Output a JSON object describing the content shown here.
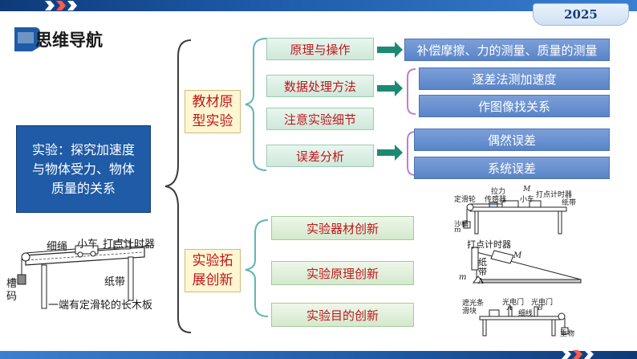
{
  "header": {
    "year": "2025",
    "title": "思维导航"
  },
  "center": {
    "lines": [
      "实验：探究加速度",
      "与物体受力、物体",
      "质量的关系"
    ]
  },
  "branches": {
    "textbook": {
      "label_lines": [
        "教材原",
        "型实验"
      ],
      "items": [
        {
          "label": "原理与操作",
          "leaves": [
            "补偿摩擦、力的测量、质量的测量"
          ]
        },
        {
          "label": "数据处理方法",
          "leaves": [
            "逐差法测加速度",
            "作图像找关系"
          ]
        },
        {
          "label": "注意实验细节",
          "leaves": []
        },
        {
          "label": "误差分析",
          "leaves": [
            "偶然误差",
            "系统误差"
          ]
        }
      ]
    },
    "innovation": {
      "label_lines": [
        "实验拓",
        "展创新"
      ],
      "items": [
        "实验器材创新",
        "实验原理创新",
        "实验目的创新"
      ]
    }
  },
  "apparatus_left": {
    "labels": {
      "rope": "细绳",
      "cart": "小车",
      "timer": "打点计时器",
      "weight_1": "槽",
      "weight_2": "码",
      "tape": "纸带",
      "board": "一端有定滑轮的长木板"
    }
  },
  "apparatus_right": {
    "fig1": {
      "pulley": "定滑轮",
      "sensor_1": "拉力",
      "sensor_2": "传感器",
      "cart": "小车",
      "mass": "M",
      "timer": "打点计时器",
      "tape": "纸带",
      "sand": "沙桶",
      "small_m": "m"
    },
    "fig2": {
      "timer": "打点计时器",
      "tape_1": "纸",
      "tape_2": "带",
      "mass": "M",
      "small_m": "m",
      "point": "A"
    },
    "fig3": {
      "shade_1": "遮光条",
      "shade_2": "滑块",
      "gate_1": "光电门",
      "gate_2": "光电门",
      "a": "A",
      "b": "B",
      "rope": "细线",
      "weight": "重物"
    }
  },
  "colors": {
    "primary": "#1f5ba6",
    "accent_red": "#c0161b",
    "leaf_blue": "#6a8fd0",
    "teal_line": "#5fb7b0",
    "purple_line": "#c080c8"
  }
}
